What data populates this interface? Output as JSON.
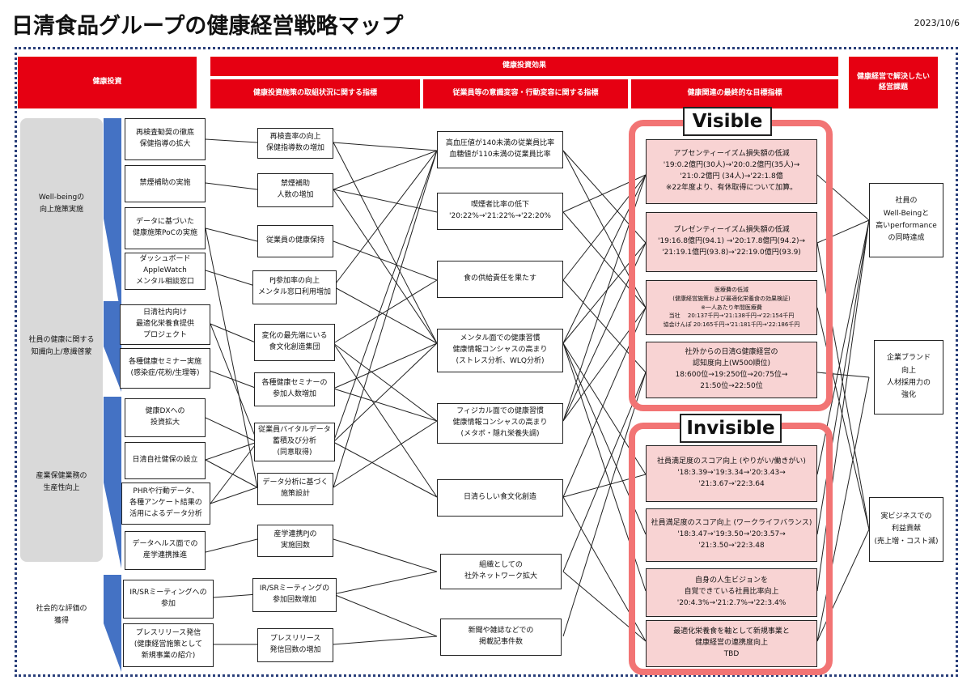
{
  "title": "日清食品グループの健康経営戦略マップ",
  "date": "2023/10/6",
  "headers": {
    "investment": "健康投資",
    "effects": "健康投資効果",
    "indicators_policy": "健康投資施策の取組状況に関する指標",
    "indicators_behavior": "従業員等の意識変容・行動変容に関する指標",
    "indicators_final": "健康関連の最終的な目標指標",
    "issues": "健康経営で解決したい\n経営課題"
  },
  "left_groups": [
    "Well-beingの\n向上施策実施",
    "社員の健康に関する\n知識向上/意識啓蒙",
    "産業保健業務の\n生産性向上",
    "社会的な評価の\n獲得"
  ],
  "measures": [
    "再検査勧奨の徹底\n保健指導の拡大",
    "禁煙補助の実施",
    "データに基づいた\n健康施策PoCの実施",
    "ダッシュボード\nAppleWatch\nメンタル相談窓口",
    "日清社内向け\n最適化栄養食提供\nプロジェクト",
    "各種健康セミナー実施\n(感染症/花粉/生理等)",
    "健康DXへの\n投資拡大",
    "日清自社健保の設立",
    "PHRや行動データ、\n各種アンケート結果の\n活用によるデータ分析",
    "データヘルス面での\n産学連携推進",
    "IR/SRミーティングへの\n参加",
    "プレスリリース発信\n(健康経営施策として\n新規事業の紹介)"
  ],
  "policy_indicators": [
    "再検査率の向上\n保健指導数の増加",
    "禁煙補助\n人数の増加",
    "従業員の健康保持",
    "PJ参加率の向上\nメンタル窓口利用増加",
    "変化の最先端にいる\n食文化創造集団",
    "各種健康セミナーの\n参加人数増加",
    "従業員バイタルデータ\n蓄積及び分析\n(同意取得)",
    "データ分析に基づく\n施策設計",
    "産学連携PJの\n実施回数",
    "IR/SRミーティングの\n参加回数増加",
    "プレスリリース\n発信回数の増加"
  ],
  "behavior_indicators": [
    "高血圧値が140未満の従業員比率\n血糖値が110未満の従業員比率",
    "喫煙者比率の低下\n'20:22%→'21:22%→'22:20%",
    "食の供給責任を果たす",
    "メンタル面での健康習慣\n健康情報コンシャスの高まり\n(ストレス分析、WLQ分析)",
    "フィジカル面での健康習慣\n健康情報コンシャスの高まり\n(メタボ・隠れ栄養失調)",
    "日清らしい食文化創造",
    "組織としての\n社外ネットワーク拡大",
    "新聞や雑誌などでの\n掲載記事件数"
  ],
  "zones": {
    "visible": "Visible",
    "invisible": "Invisible"
  },
  "final_indicators": [
    "アブセンティーイズム損失額の低減\n'19:0.2億円(30人)→'20:0.2億円(35人)→\n'21:0.2億円 (34人)→'22:1.8億\n※22年度より、有休取得について加算。",
    "プレゼンティーイズム損失額の低減\n'19:16.8億円(94.1) →'20:17.8億円(94.2)→\n'21:19.1億円(93.8)→'22:19.0億円(93.9)",
    "医療費の低減\n(健康経営施策および最適化栄養食の効果検証)\n※一人あたり年間医療費\n当社　 20:137千円→'21:138千円→'22:154千円\n協会けんぽ 20:165千円→'21:181千円→'22:186千円",
    "社外からの日清G健康経営の\n認知度向上(W500順位)\n18:600位→19:250位→20:75位→\n21:50位→22:50位",
    "社員満足度のスコア向上 (やりがい/働きがい)\n'18:3.39→'19:3.34→'20:3.43→\n'21:3.67→'22:3.64",
    "社員満足度のスコア向上 (ワークライフバランス)\n'18:3.47→'19:3.50→'20:3.57→\n'21:3.50→'22:3.48",
    "自身の人生ビジョンを\n自覚できている社員比率向上\n'20:4.3%→'21:2.7%→'22:3.4%",
    "最適化栄養食を軸として新規事業と\n健康経営の連携度向上\nTBD"
  ],
  "issues": [
    "社員の\nWell-Beingと\n高いperformance\nの同時達成",
    "企業ブランド\n向上\n人材採用力の\n強化",
    "実ビジネスでの\n利益貢献\n(売上増・コスト減)"
  ]
}
